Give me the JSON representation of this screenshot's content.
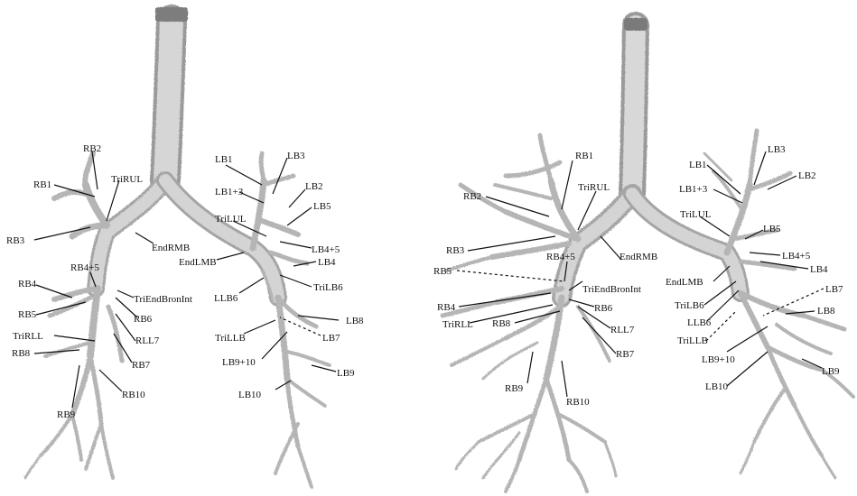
{
  "left_panel": {
    "labels": {
      "RB1": "RB1",
      "RB2": "RB2",
      "TriRUL": "TriRUL",
      "RB3": "RB3",
      "EndRMB": "EndRMB",
      "RB4p5": "RB4+5",
      "RB4": "RB4",
      "RB5": "RB5",
      "TriEndBronInt": "TriEndBronInt",
      "RB6": "RB6",
      "TriRLL": "TriRLL",
      "RLL7": "RLL7",
      "RB8": "RB8",
      "RB7": "RB7",
      "RB9": "RB9",
      "RB10": "RB10",
      "LB1": "LB1",
      "LB3": "LB3",
      "LB1p3": "LB1+3",
      "LB2": "LB2",
      "TriLUL": "TriLUL",
      "LB5": "LB5",
      "LB4p5": "LB4+5",
      "LB4": "LB4",
      "EndLMB": "EndLMB",
      "TriLB6": "TriLB6",
      "LLB6": "LLB6",
      "LB8": "LB8",
      "TriLLB": "TriLLB",
      "LB7": "LB7",
      "LB9p10": "LB9+10",
      "LB9": "LB9",
      "LB10": "LB10"
    }
  },
  "right_panel": {
    "labels": {
      "RB1": "RB1",
      "TriRUL": "TriRUL",
      "RB2": "RB2",
      "RB3": "RB3",
      "RB4p5": "RB4+5",
      "EndRMB": "EndRMB",
      "RB5": "RB5",
      "TriEndBronInt": "TriEndBronInt",
      "RB4": "RB4",
      "RB6": "RB6",
      "TriRLL": "TriRLL",
      "RB8": "RB8",
      "RLL7": "RLL7",
      "RB7": "RB7",
      "RB9": "RB9",
      "RB10": "RB10",
      "LB1": "LB1",
      "LB3": "LB3",
      "LB1p3": "LB1+3",
      "LB2": "LB2",
      "TriLUL": "TriLUL",
      "LB5": "LB5",
      "LB4p5": "LB4+5",
      "EndLMB": "EndLMB",
      "LB4": "LB4",
      "LB7": "LB7",
      "TriLB6": "TriLB6",
      "LB8": "LB8",
      "LLB6": "LLB6",
      "TriLLB": "TriLLB",
      "LB9p10": "LB9+10",
      "LB9": "LB9",
      "LB10": "LB10"
    }
  },
  "colors": {
    "airway": "#bdbdbd",
    "airway_dark": "#8a8a8a",
    "leader": "#111111"
  }
}
